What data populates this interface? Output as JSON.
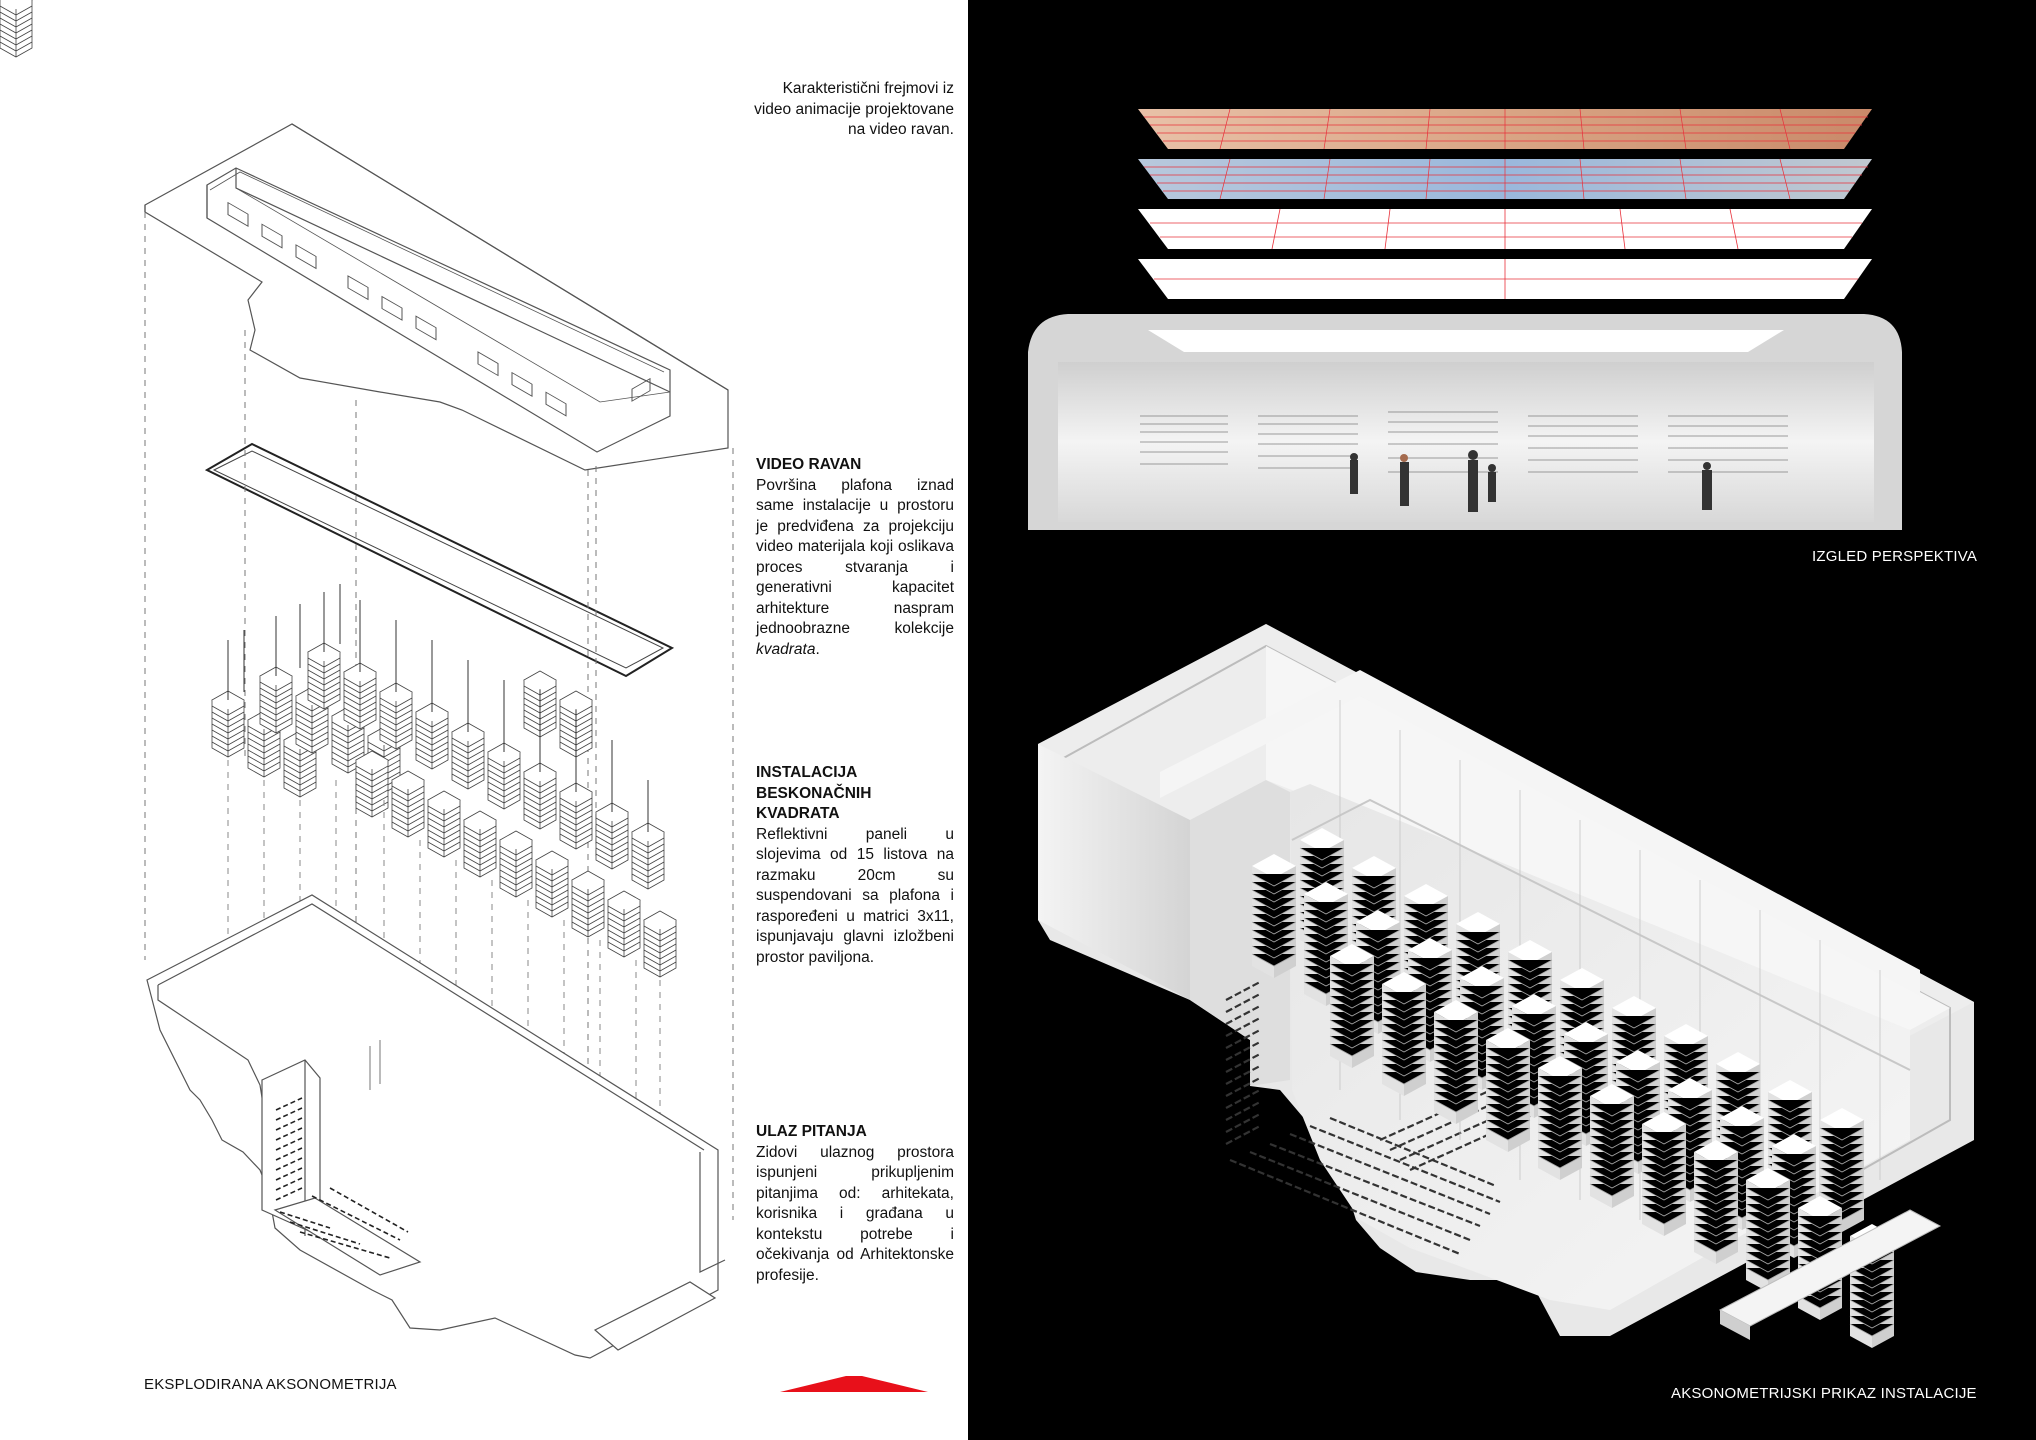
{
  "captions": {
    "frames": "Karakteristični frejmovi iz video animacije projektovane na video ravan.",
    "exploded": "EKSPLODIRANA AKSONOMETRIJA",
    "perspective": "IZGLED PERSPEKTIVA",
    "axonometric": "AKSONOMETRIJSKI PRIKAZ INSTALACIJE"
  },
  "blocks": {
    "video": {
      "title": "VIDEO RAVAN",
      "text": "Površina plafona iznad same instalacije u prostoru je predviđena za projekciju video materijala koji oslikava proces stvaranja i generativni kapacitet arhitekture naspram jednoobrazne kolekcije",
      "emph": "kvadrata",
      "end": "."
    },
    "installation": {
      "title_1": "INSTALACIJA",
      "title_2": "BESKONAČNIH",
      "title_3": "KVADRATA",
      "text": "Reflektivni paneli u slojevima od 15 listova na razmaku 20cm su suspendovani sa plafona i raspoređeni u matrici 3x11, ispunjavaju glavni izložbeni prostor paviljona."
    },
    "entrance": {
      "title": "ULAZ PITANJA",
      "text": "Zidovi ulaznog prostora ispunjeni prikupljenim pitanjima od: arhitekata, korisnika i građana u kontekstu potrebe i očekivanja od Arhitektonske profesije."
    }
  },
  "colors": {
    "accent": "#e8101a",
    "frame_warm": "#d9a585",
    "frame_blue": "#9ab8dc",
    "grid_red": "#e8303a",
    "background_dark": "#000000",
    "room_light": "#e6e6e6"
  },
  "icons": {
    "accent_marker": "red-triangle-icon"
  }
}
